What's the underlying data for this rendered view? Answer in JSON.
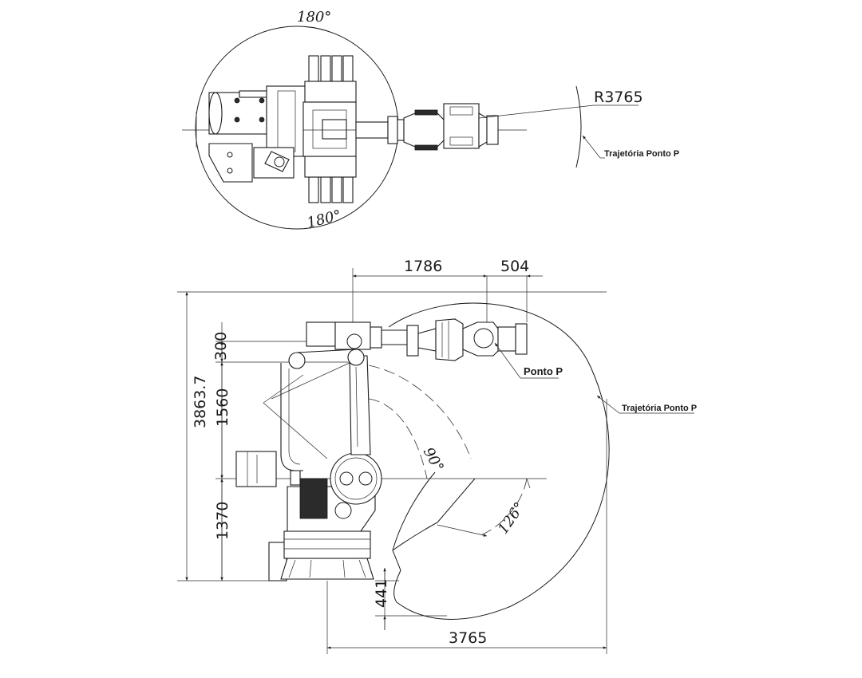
{
  "top_view": {
    "angle_top": "180°",
    "angle_bottom": "180°",
    "radius": "R3765",
    "trajectory_label": "Trajetória Ponto P"
  },
  "side_view": {
    "dim_reach_upper": "1786",
    "dim_wrist": "504",
    "dim_total_height": "3863.7",
    "dim_300": "300",
    "dim_1560": "1560",
    "dim_1370": "1370",
    "dim_441": "441",
    "dim_3765": "3765",
    "angle_90": "90°",
    "angle_126": "126°",
    "point_label": "Ponto P",
    "trajectory_label": "Trajetória Ponto P"
  }
}
